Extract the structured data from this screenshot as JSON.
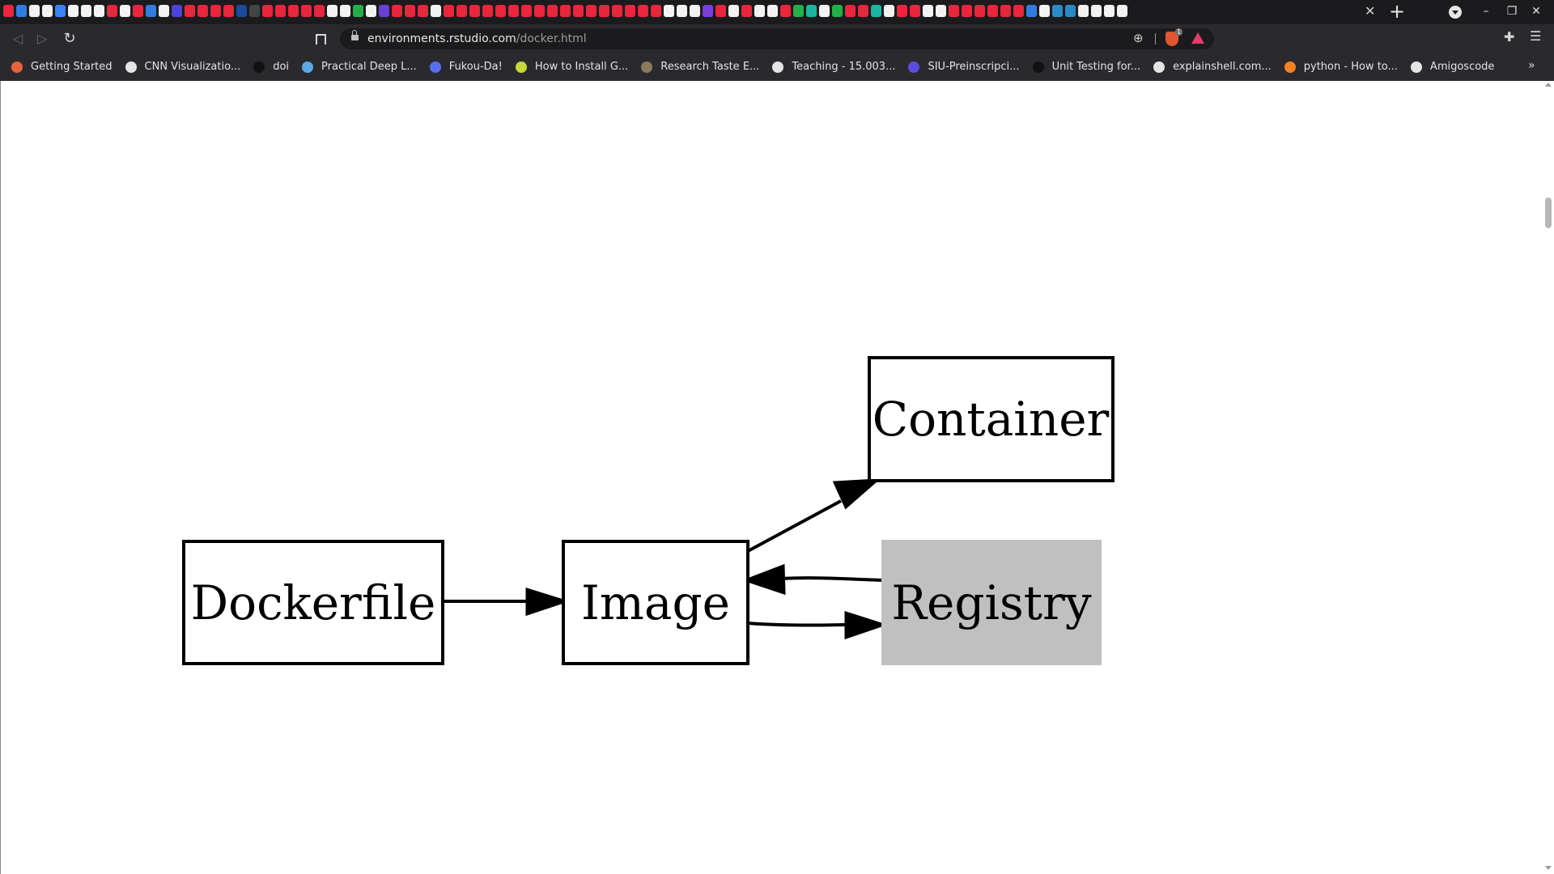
{
  "browser": {
    "url_host": "environments.rstudio.com",
    "url_path": "/docker.html",
    "shield_count": "1",
    "icons": {
      "back": "back-arrow-icon",
      "forward": "forward-arrow-icon",
      "reload": "reload-icon",
      "bookmark": "bookmark-icon",
      "lock": "lock-icon",
      "zoom": "zoom-icon",
      "shields": "brave-shields-icon",
      "rewards": "brave-rewards-icon",
      "extensions": "puzzle-piece-icon",
      "menu": "hamburger-menu-icon"
    },
    "window_controls": [
      "–",
      "❐",
      "✕"
    ],
    "tab_favicon_colors": [
      "#e8263c",
      "#2f7de1",
      "#f2f2f2",
      "#f2f2f2",
      "#3b82f6",
      "#f2f2f2",
      "#f2f2f2",
      "#f2f2f2",
      "#e8263c",
      "#f2f2f2",
      "#e8263c",
      "#2f7de1",
      "#f2f2f2",
      "#4b44d6",
      "#e8263c",
      "#e8263c",
      "#e8263c",
      "#e8263c",
      "#1b4aa0",
      "#444",
      "#e8263c",
      "#e8263c",
      "#e8263c",
      "#e8263c",
      "#e8263c",
      "#f2f2f2",
      "#f2f2f2",
      "#24b048",
      "#f2f2f2",
      "#6a3fd8",
      "#e8263c",
      "#e8263c",
      "#e8263c",
      "#f2f2f2",
      "#e8263c",
      "#e8263c",
      "#e8263c",
      "#e8263c",
      "#e8263c",
      "#e8263c",
      "#e8263c",
      "#e8263c",
      "#e8263c",
      "#e8263c",
      "#e8263c",
      "#e8263c",
      "#e8263c",
      "#e8263c",
      "#e8263c",
      "#e8263c",
      "#e8263c",
      "#f2f2f2",
      "#f2f2f2",
      "#f2f2f2",
      "#7a3fd8",
      "#e8263c",
      "#f2f2f2",
      "#e8263c",
      "#f2f2f2",
      "#f2f2f2",
      "#e8263c",
      "#24b048",
      "#1bb5a0",
      "#f2f2f2",
      "#24b048",
      "#e8263c",
      "#e8263c",
      "#1bb5a0",
      "#f2f2f2",
      "#e8263c",
      "#e8263c",
      "#f2f2f2",
      "#f2f2f2",
      "#e8263c",
      "#e8263c",
      "#e8263c",
      "#e8263c",
      "#e8263c",
      "#e8263c",
      "#2f7de1",
      "#f2f2f2",
      "#2a8ac8",
      "#2a8ac8",
      "#f2f2f2",
      "#f2f2f2",
      "#f2f2f2",
      "#f2f2f2"
    ]
  },
  "bookmarks": [
    {
      "label": "Getting Started",
      "icon": "firefox-icon",
      "color": "#e8623a"
    },
    {
      "label": "CNN Visualizatio...",
      "icon": "globe-icon",
      "color": "#e4e4e4"
    },
    {
      "label": "doi",
      "icon": "gear-icon",
      "color": "#111111"
    },
    {
      "label": "Practical Deep L...",
      "icon": "document-icon",
      "color": "#5aa9e6"
    },
    {
      "label": "Fukou-Da!",
      "icon": "cloud-icon",
      "color": "#5b6ef0"
    },
    {
      "label": "How to Install G...",
      "icon": "terminal-icon",
      "color": "#c8d83a"
    },
    {
      "label": "Research Taste E...",
      "icon": "image-icon",
      "color": "#8a7a5a"
    },
    {
      "label": "Teaching - 15.003...",
      "icon": "globe-icon",
      "color": "#e4e4e4"
    },
    {
      "label": "SIU-Preinscripci...",
      "icon": "form-icon",
      "color": "#5b4de0"
    },
    {
      "label": "Unit Testing for...",
      "icon": "play-icon",
      "color": "#111111"
    },
    {
      "label": "explainshell.com...",
      "icon": "globe-icon",
      "color": "#e4e4e4"
    },
    {
      "label": "python - How to...",
      "icon": "stackoverflow-icon",
      "color": "#f48024"
    },
    {
      "label": "Amigoscode",
      "icon": "globe-icon",
      "color": "#e4e4e4"
    }
  ],
  "diagram": {
    "nodes": {
      "dockerfile": {
        "label": "Dockerfile",
        "fill": "#ffffff"
      },
      "image": {
        "label": "Image",
        "fill": "#ffffff"
      },
      "container": {
        "label": "Container",
        "fill": "#ffffff"
      },
      "registry": {
        "label": "Registry",
        "fill": "#c0c0c0"
      }
    },
    "edges": [
      {
        "from": "dockerfile",
        "to": "image"
      },
      {
        "from": "image",
        "to": "container"
      },
      {
        "from": "registry",
        "to": "image"
      },
      {
        "from": "image",
        "to": "registry"
      }
    ]
  }
}
